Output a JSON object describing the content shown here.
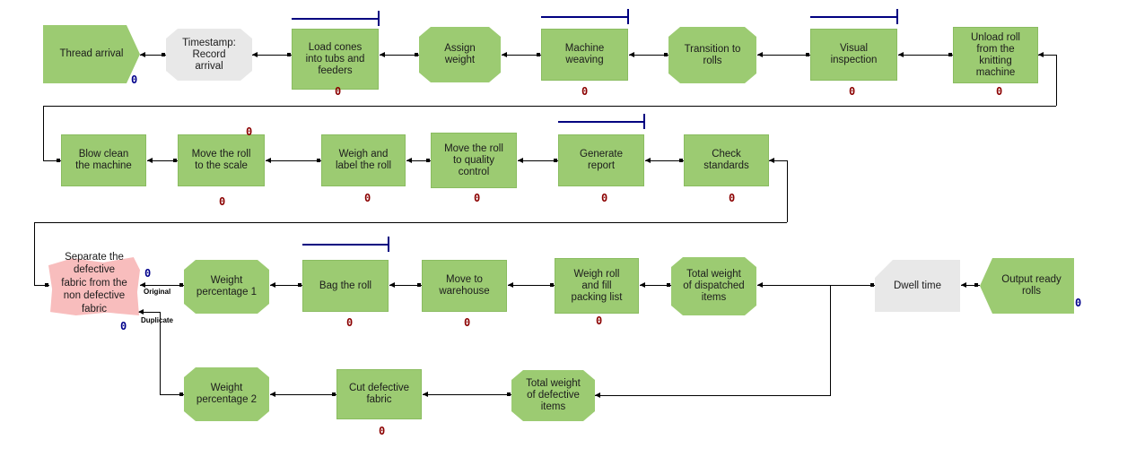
{
  "colors": {
    "node_green": "#9ccb72",
    "node_gray": "#e8e8e8",
    "node_pink": "#f8bdbd",
    "counter_red": "#8b0000",
    "counter_navy": "#00008b",
    "timer_navy": "#000080",
    "connector": "#000000"
  },
  "diagram": {
    "nodes": [
      {
        "id": "thread-arrival",
        "label": "Thread arrival",
        "shape": "pentagon-right",
        "fill": "green"
      },
      {
        "id": "timestamp-record-arrival",
        "label": "Timestamp: Record arrival",
        "shape": "octagon",
        "fill": "gray"
      },
      {
        "id": "load-cones",
        "label": "Load cones into tubs and feeders",
        "shape": "rectangle",
        "fill": "green"
      },
      {
        "id": "assign-weight",
        "label": "Assign weight",
        "shape": "octagon",
        "fill": "green"
      },
      {
        "id": "machine-weaving",
        "label": "Machine weaving",
        "shape": "rectangle",
        "fill": "green"
      },
      {
        "id": "transition-to-rolls",
        "label": "Transition to rolls",
        "shape": "octagon",
        "fill": "green"
      },
      {
        "id": "visual-inspection",
        "label": "Visual inspection",
        "shape": "rectangle",
        "fill": "green"
      },
      {
        "id": "unload-roll",
        "label": "Unload roll from the knitting machine",
        "shape": "rectangle",
        "fill": "green"
      },
      {
        "id": "blow-clean",
        "label": "Blow clean the machine",
        "shape": "rectangle",
        "fill": "green"
      },
      {
        "id": "move-roll-scale",
        "label": "Move the roll to the scale",
        "shape": "rectangle",
        "fill": "green"
      },
      {
        "id": "weigh-label-roll",
        "label": "Weigh and label the roll",
        "shape": "rectangle",
        "fill": "green"
      },
      {
        "id": "move-roll-qc",
        "label": "Move the roll to quality control",
        "shape": "rectangle",
        "fill": "green"
      },
      {
        "id": "generate-report",
        "label": "Generate report",
        "shape": "rectangle",
        "fill": "green"
      },
      {
        "id": "check-standards",
        "label": "Check standards",
        "shape": "rectangle",
        "fill": "green"
      },
      {
        "id": "separate-defective",
        "label": "Separate the defective fabric from the non defective fabric",
        "shape": "freeform",
        "fill": "pink"
      },
      {
        "id": "weight-percentage-1",
        "label": "Weight percentage 1",
        "shape": "octagon",
        "fill": "green"
      },
      {
        "id": "bag-roll",
        "label": "Bag the roll",
        "shape": "rectangle",
        "fill": "green"
      },
      {
        "id": "move-warehouse",
        "label": "Move to warehouse",
        "shape": "rectangle",
        "fill": "green"
      },
      {
        "id": "weigh-roll-packing",
        "label": "Weigh roll and fill packing list",
        "shape": "rectangle",
        "fill": "green"
      },
      {
        "id": "total-dispatched",
        "label": "Total weight of dispatched items",
        "shape": "octagon",
        "fill": "green"
      },
      {
        "id": "dwell-time",
        "label": "Dwell time",
        "shape": "delay",
        "fill": "gray"
      },
      {
        "id": "output-ready",
        "label": "Output ready rolls",
        "shape": "pentagon-left",
        "fill": "green"
      },
      {
        "id": "weight-percentage-2",
        "label": "Weight percentage 2",
        "shape": "octagon",
        "fill": "green"
      },
      {
        "id": "cut-defective",
        "label": "Cut defective fabric",
        "shape": "rectangle",
        "fill": "green"
      },
      {
        "id": "total-defective",
        "label": "Total weight of defective items",
        "shape": "octagon",
        "fill": "green"
      }
    ],
    "edge_labels": [
      {
        "text": "Original"
      },
      {
        "text": "Duplicate"
      }
    ],
    "counters": [
      {
        "of": "thread-arrival",
        "value": "0",
        "color": "navy"
      },
      {
        "of": "load-cones",
        "value": "0",
        "color": "maroon"
      },
      {
        "of": "machine-weaving",
        "value": "0",
        "color": "maroon"
      },
      {
        "of": "visual-inspection",
        "value": "0",
        "color": "maroon"
      },
      {
        "of": "unload-roll",
        "value": "0",
        "color": "maroon"
      },
      {
        "of": "move-roll-scale-top",
        "value": "0",
        "color": "maroon"
      },
      {
        "of": "move-roll-scale-bottom",
        "value": "0",
        "color": "maroon"
      },
      {
        "of": "weigh-label-roll",
        "value": "0",
        "color": "maroon"
      },
      {
        "of": "move-roll-qc",
        "value": "0",
        "color": "maroon"
      },
      {
        "of": "generate-report",
        "value": "0",
        "color": "maroon"
      },
      {
        "of": "check-standards",
        "value": "0",
        "color": "maroon"
      },
      {
        "of": "separate-original-branch",
        "value": "0",
        "color": "navy"
      },
      {
        "of": "separate-duplicate-branch",
        "value": "0",
        "color": "navy"
      },
      {
        "of": "bag-roll",
        "value": "0",
        "color": "maroon"
      },
      {
        "of": "move-warehouse",
        "value": "0",
        "color": "maroon"
      },
      {
        "of": "weigh-roll-packing",
        "value": "0",
        "color": "maroon"
      },
      {
        "of": "cut-defective",
        "value": "0",
        "color": "maroon"
      },
      {
        "of": "output-ready",
        "value": "0",
        "color": "navy"
      }
    ]
  }
}
